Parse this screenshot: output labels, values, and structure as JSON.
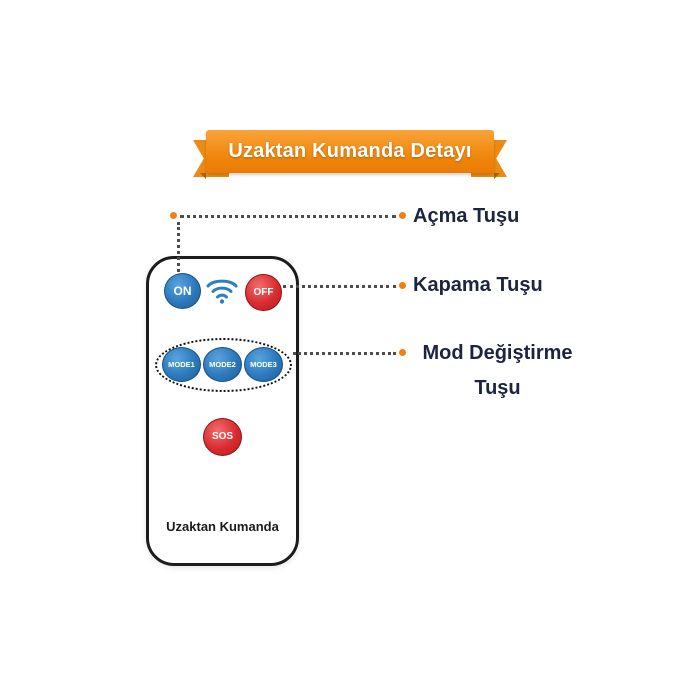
{
  "banner": {
    "title": "Uzaktan Kumanda Detayı"
  },
  "remote": {
    "label": "Uzaktan Kumanda",
    "buttons": {
      "on": "ON",
      "off": "OFF",
      "mode1": "MODE1",
      "mode2": "MODE2",
      "mode3": "MODE3",
      "sos": "SOS"
    }
  },
  "annotations": {
    "acma": "Açma Tuşu",
    "kapama": "Kapama Tuşu",
    "mod_line1": "Mod Değiştirme",
    "mod_line2": "Tuşu"
  },
  "icons": {
    "wifi": "wifi-icon"
  },
  "colors": {
    "banner_orange": "#F3901C",
    "banner_fold": "#A9610A",
    "button_blue": "#2E7FC2",
    "button_red": "#D92B2F",
    "remote_outline": "#1C1C1C",
    "label_text": "#1C2440",
    "leader_line": "#4D4D4D",
    "leader_dot_orange": "#F08010"
  }
}
